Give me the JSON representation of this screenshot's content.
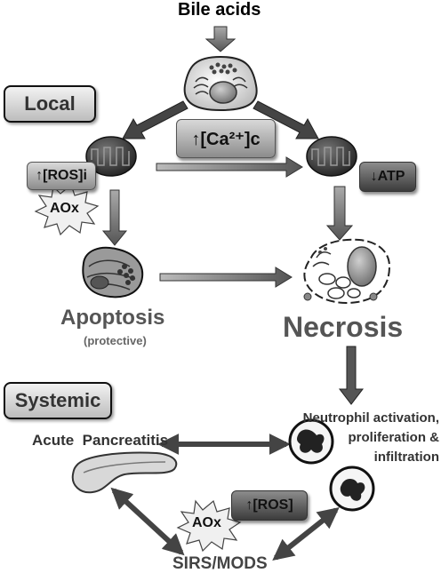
{
  "title": "Bile acids",
  "sections": {
    "local": "Local",
    "systemic": "Systemic"
  },
  "boxes": {
    "ca": "↑[Ca²⁺]c",
    "ros_i": "↑[ROS]i",
    "atp": "↓ATP",
    "ros": "↑[ROS]"
  },
  "aox_label": "AOx",
  "outcomes": {
    "apoptosis": "Apoptosis",
    "apoptosis_note": "(protective)",
    "necrosis": "Necrosis"
  },
  "neutrophil_lines": [
    "Neutrophil activation,",
    "proliferation &",
    "infiltration"
  ],
  "acute_pancreatitis": "Acute  Pancreatitis",
  "sirs": "SIRS/MODS",
  "icons": [
    "acinar-cell-icon",
    "mitochondrion-icon",
    "apoptotic-cell-icon",
    "necrotic-cell-icon",
    "neutrophil-icon",
    "pancreas-icon",
    "starburst-icon"
  ]
}
